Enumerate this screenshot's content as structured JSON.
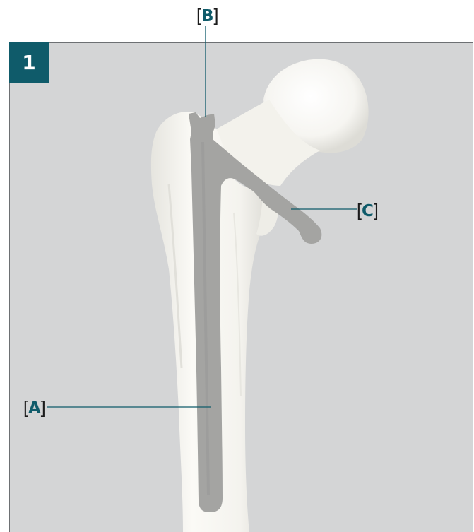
{
  "figure": {
    "number": "1",
    "accent_color": "#0f5b6a",
    "background_color": "#d4d5d6"
  },
  "callouts": {
    "a": {
      "open": "[",
      "letter": "A",
      "close": "]"
    },
    "b": {
      "open": "[",
      "letter": "B",
      "close": "]"
    },
    "c": {
      "open": "[",
      "letter": "C",
      "close": "]"
    }
  }
}
